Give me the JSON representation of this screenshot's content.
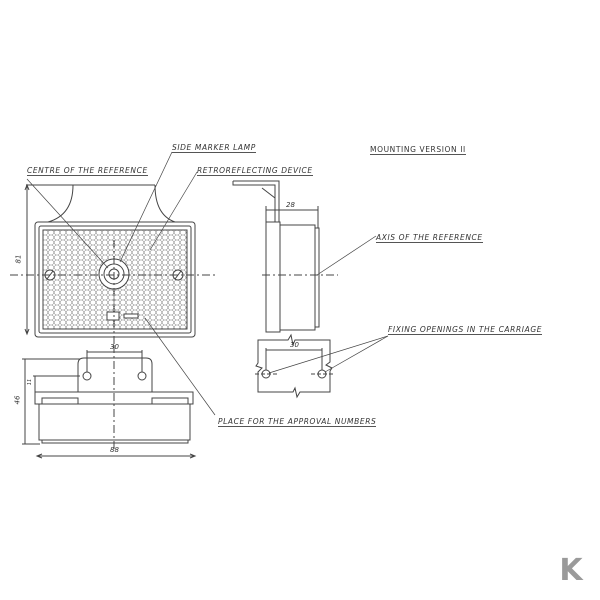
{
  "title": "MOUNTING VERSION II",
  "labels": {
    "side_marker_lamp": "SIDE MARKER LAMP",
    "centre_of_reference": "CENTRE OF THE REFERENCE",
    "retroreflecting_device": "RETROREFLECTING DEVICE",
    "axis_of_reference": "AXIS OF THE REFERENCE",
    "fixing_openings": "FIXING OPENINGS IN THE CARRIAGE",
    "approval_numbers": "PLACE FOR THE APPROVAL NUMBERS"
  },
  "dimensions": {
    "height_front": "81",
    "depth_side": "28",
    "hole_spacing_carriage": "30",
    "hole_spacing_bottom": "30",
    "height_bottom": "46",
    "hole_offset": "11",
    "width_bottom": "88"
  },
  "logo": {
    "text": "K",
    "color": "#9a9a9a"
  },
  "colors": {
    "line": "#444444"
  }
}
